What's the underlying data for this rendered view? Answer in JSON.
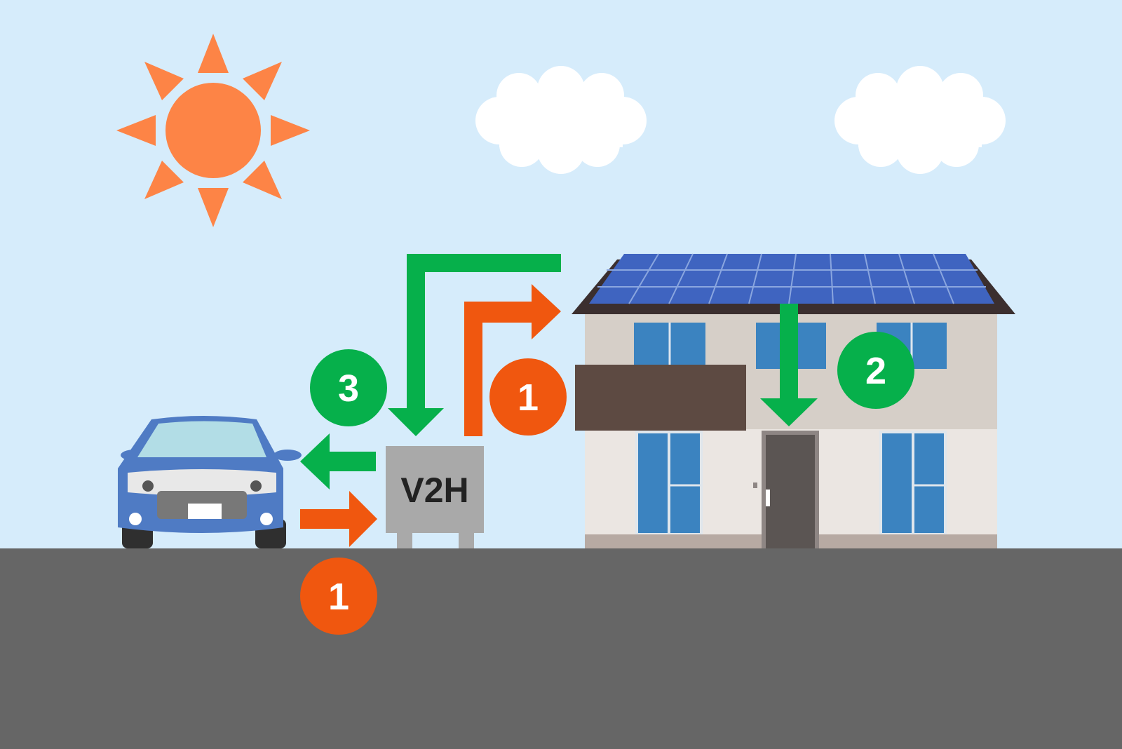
{
  "diagram": {
    "device_label": "V2H",
    "flow_badges": [
      {
        "id": "car-to-v2h",
        "number": "1",
        "color": "#f0570f"
      },
      {
        "id": "v2h-to-house",
        "number": "1",
        "color": "#f0570f"
      },
      {
        "id": "solar-to-house",
        "number": "2",
        "color": "#06b04b"
      },
      {
        "id": "v2h-to-car",
        "number": "3",
        "color": "#06b04b"
      }
    ]
  },
  "colors": {
    "sky": "#d6ecfb",
    "ground": "#666666",
    "sun": "#fd8446",
    "orange_flow": "#f0570f",
    "green_flow": "#06b04b",
    "car_body": "#4f7bc4",
    "house_wall_upper": "#d6cfc8",
    "house_wall_lower": "#ebe6e2",
    "solar_panel": "#3f64c0",
    "window": "#3b83c0",
    "door": "#5b5553",
    "v2h_box": "#a9a9a9"
  }
}
